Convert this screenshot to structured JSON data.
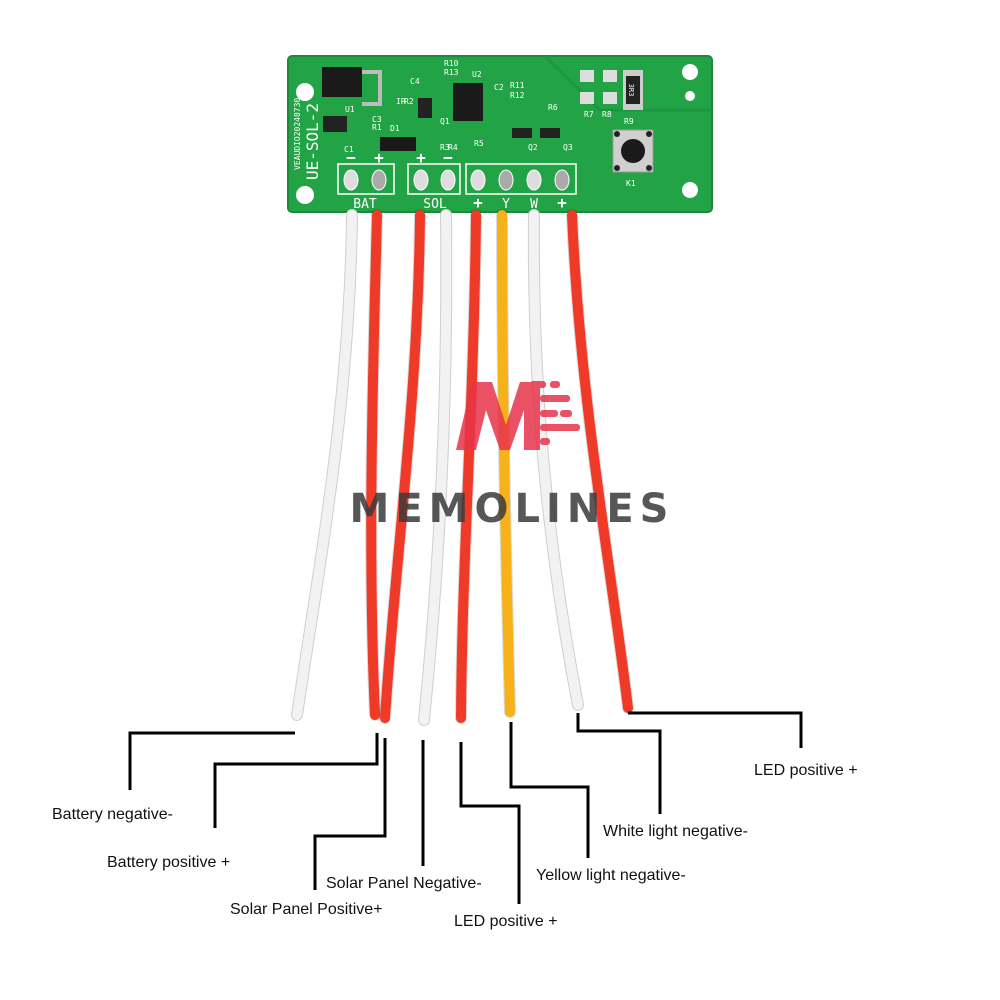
{
  "board": {
    "model_vertical": "UE-SOL-2",
    "code_vertical": "VEAUDIO20240730",
    "terminal_groups": [
      {
        "name": "BAT",
        "pads": [
          "−",
          "+"
        ]
      },
      {
        "name": "SOL",
        "pads": [
          "+",
          "−"
        ]
      },
      {
        "name": "",
        "pads": [
          "+",
          "Y",
          "W",
          "+"
        ]
      }
    ],
    "bottom_labels": [
      "BAT",
      "SOL",
      "+",
      "Y",
      "W",
      "+"
    ],
    "component_labels": [
      "U1",
      "C3",
      "R1",
      "D1",
      "C1",
      "IR",
      "R2",
      "C4",
      "R10",
      "R13",
      "U2",
      "Q1",
      "R3",
      "R4",
      "R5",
      "C2",
      "R11",
      "R12",
      "R6",
      "Q2",
      "Q3",
      "R7",
      "R8",
      "R9",
      "K1"
    ],
    "resistor_marking": "3R3",
    "colors": {
      "pcb": "#22a345",
      "silk": "#ffffff"
    }
  },
  "watermark": {
    "logo_letter": "M",
    "brand": "MEMOLINES",
    "logo_color": "#e8334a",
    "text_color": "#3a3a3a"
  },
  "wires": [
    {
      "color": "#f2f2f2",
      "label": "Battery negative-"
    },
    {
      "color": "#f03a28",
      "label": "Battery positive +"
    },
    {
      "color": "#f03a28",
      "label": "Solar Panel Positive+"
    },
    {
      "color": "#f2f2f2",
      "label": "Solar Panel Negative-"
    },
    {
      "color": "#f03a28",
      "label": "LED positive +"
    },
    {
      "color": "#f7b21a",
      "label": "Yellow light negative-"
    },
    {
      "color": "#f2f2f2",
      "label": "White light negative-"
    },
    {
      "color": "#f03a28",
      "label": "LED positive +"
    }
  ]
}
